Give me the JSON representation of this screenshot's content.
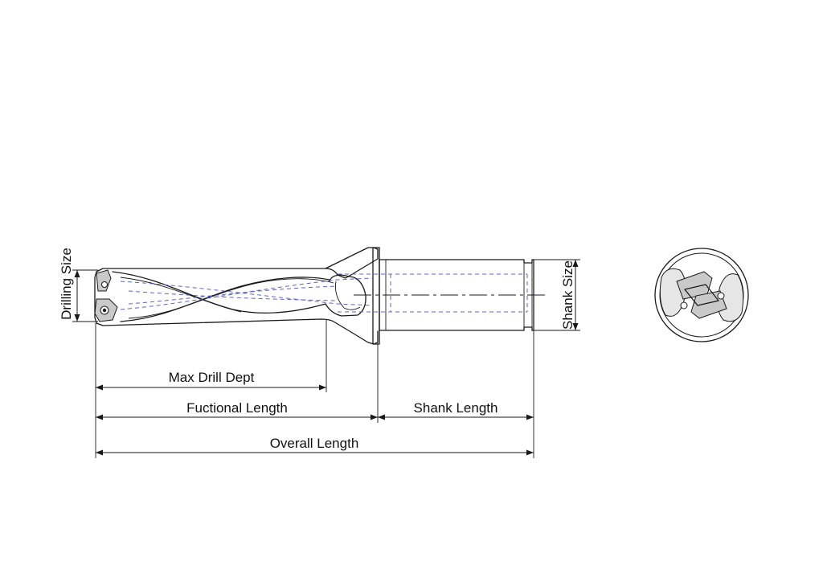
{
  "labels": {
    "drilling_size": "Drilling Size",
    "shank_size": "Shank Size",
    "max_drill_depth": "Max Drill Dept",
    "functional_length": "Fuctional Length",
    "shank_length": "Shank Length",
    "overall_length": "Overall Length"
  },
  "colors": {
    "line": "#1a1a1a",
    "hidden_line": "#5a64c8",
    "background": "#ffffff"
  }
}
